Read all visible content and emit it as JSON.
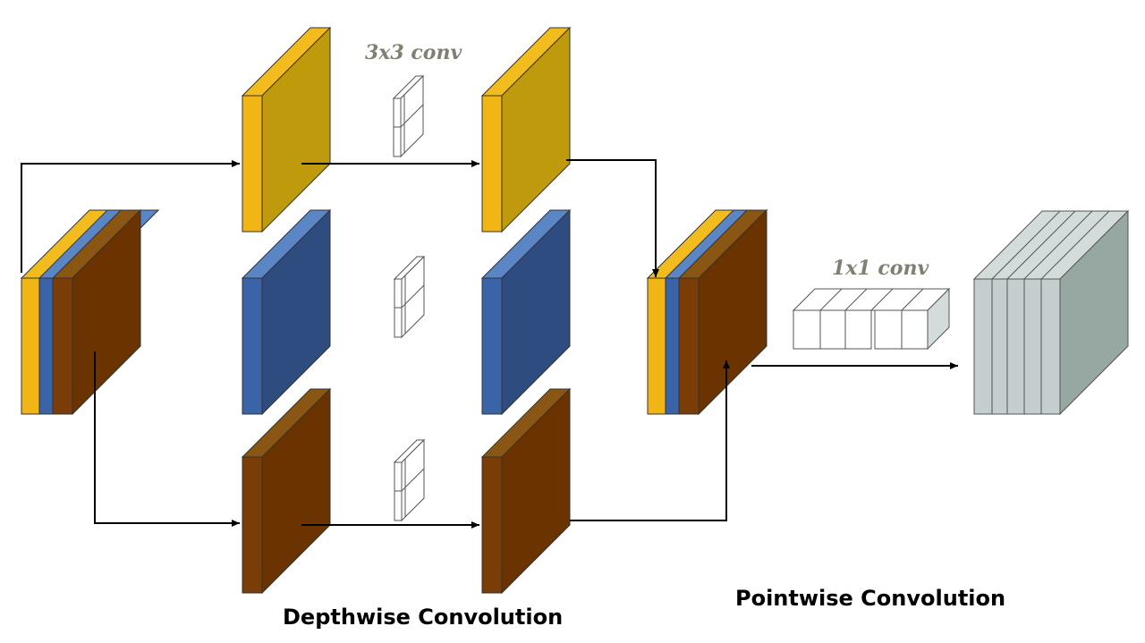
{
  "labels": {
    "depthwise_kernel": "3x3 conv",
    "pointwise_kernel": "1x1 conv",
    "depthwise_caption": "Depthwise Convolution",
    "pointwise_caption": "Pointwise Convolution"
  },
  "colors": {
    "yellow_front": "#F1B616",
    "yellow_side": "#BF9A0C",
    "yellow_top": "#F2BC1E",
    "blue_front": "#3A63A8",
    "blue_side": "#2E4C80",
    "blue_top": "#5B86C6",
    "brown_front": "#7A3D08",
    "brown_side": "#6A3300",
    "brown_top": "#8A5613",
    "gray_front": "#C4CECE",
    "gray_side": "#97A8A2",
    "gray_top": "#D4DCDB"
  }
}
